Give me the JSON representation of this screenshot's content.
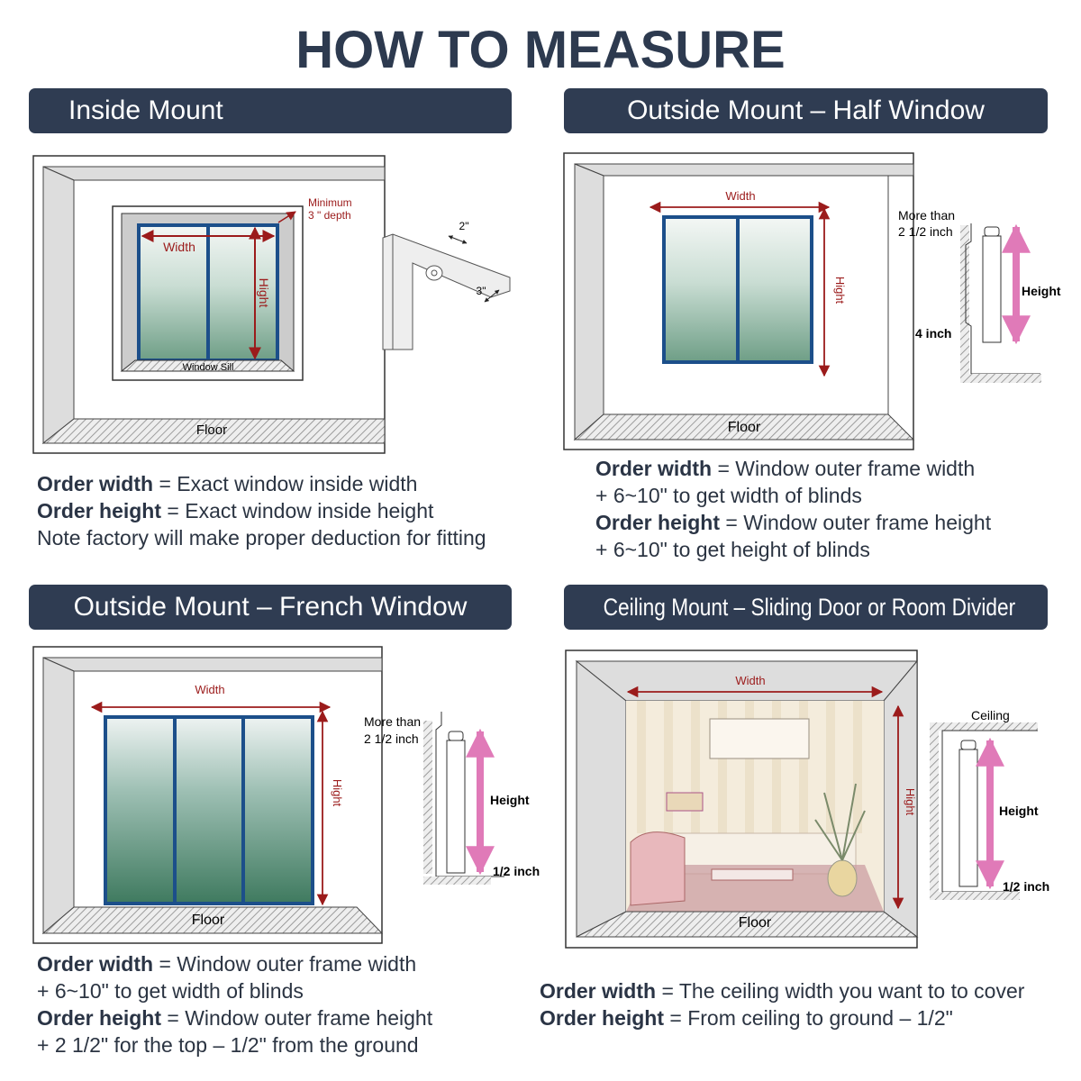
{
  "title": "HOW TO MEASURE",
  "colors": {
    "header_bg": "#2f3c52",
    "title": "#2d3a4f",
    "dimension_red": "#9b1b1b",
    "frame_blue": "#1c4f8a",
    "height_arrow_pink": "#e07ab8"
  },
  "panels": [
    {
      "header": "Inside Mount",
      "labels": {
        "width": "Width",
        "height": "Hight",
        "depth_line1": "Minimum",
        "depth_line2": "3 \" depth",
        "sill": "Window Sill",
        "floor": "Floor",
        "bracket_a": "2\"",
        "bracket_b": "3\""
      },
      "lines": [
        {
          "key": "Order width",
          "text": " = Exact window inside width"
        },
        {
          "key": "Order height",
          "text": " = Exact window inside height"
        },
        {
          "key": "",
          "text": "Note factory will make proper deduction for fitting"
        }
      ]
    },
    {
      "header": "Outside Mount – Half Window",
      "labels": {
        "width": "Width",
        "height": "Hight",
        "floor": "Floor",
        "more_than": "More than",
        "top_gap": "2 1/2 inch",
        "bottom_gap": "4 inch",
        "blind_height": "Height"
      },
      "lines": [
        {
          "key": "Order width",
          "text": " = Window outer frame width"
        },
        {
          "key": "",
          "text": "+ 6~10\" to get width of blinds"
        },
        {
          "key": "Order height",
          "text": " = Window outer frame height"
        },
        {
          "key": "",
          "text": "+ 6~10\" to get height of blinds"
        }
      ]
    },
    {
      "header": "Outside Mount – French Window",
      "labels": {
        "width": "Width",
        "height": "Hight",
        "floor": "Floor",
        "more_than": "More than",
        "top_gap": "2 1/2 inch",
        "bottom_gap": "1/2 inch",
        "blind_height": "Height"
      },
      "lines": [
        {
          "key": "Order width",
          "text": " = Window outer frame width"
        },
        {
          "key": "",
          "text": "+ 6~10\" to get width of blinds"
        },
        {
          "key": "Order height",
          "text": " = Window outer frame height"
        },
        {
          "key": "",
          "text": "+ 2 1/2\" for the top – 1/2\" from the ground"
        }
      ]
    },
    {
      "header": "Ceiling Mount – Sliding Door or Room Divider",
      "labels": {
        "width": "Width",
        "height": "Hight",
        "floor": "Floor",
        "ceiling": "Ceiling",
        "bottom_gap": "1/2 inch",
        "blind_height": "Height"
      },
      "lines": [
        {
          "key": "Order width",
          "text": " = The ceiling width you want to to cover"
        },
        {
          "key": "Order height",
          "text": " = From ceiling to ground – 1/2\""
        }
      ]
    }
  ]
}
